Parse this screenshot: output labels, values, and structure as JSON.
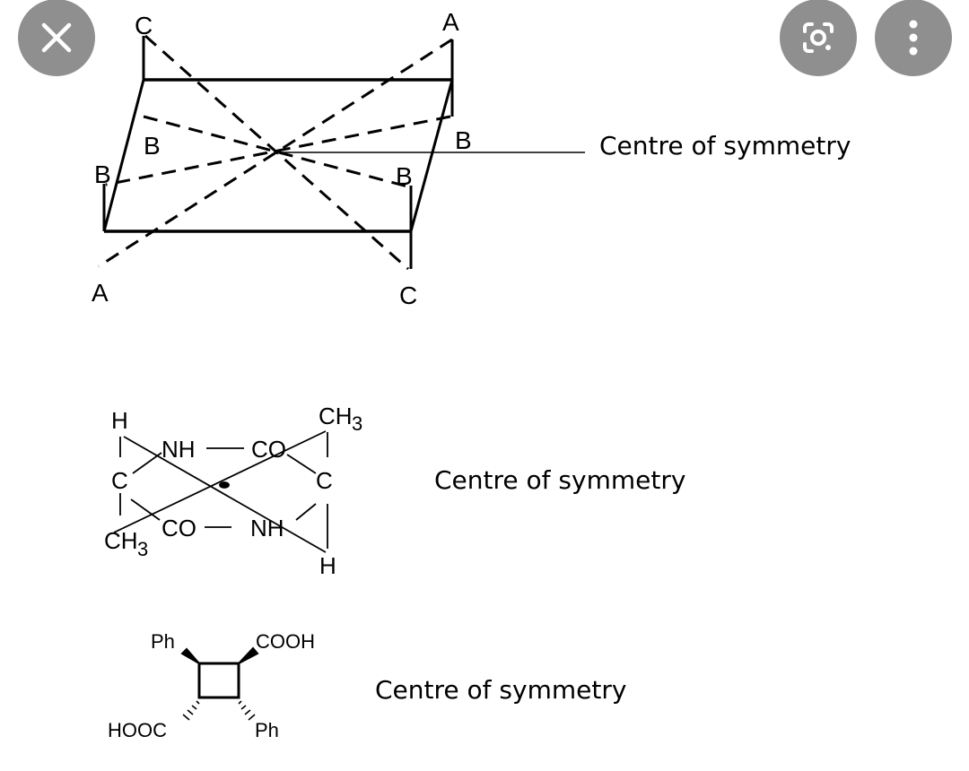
{
  "overlay": {
    "close_icon": "close-icon",
    "lens_icon": "lens-search-icon",
    "more_icon": "more-vert-icon",
    "button_color": "#8f8f8f"
  },
  "figure1": {
    "vertex_labels": {
      "top_left": "C",
      "top_right": "A",
      "inner_left": "B",
      "inner_right": "B",
      "outer_left": "B",
      "outer_right": "B",
      "bottom_left": "A",
      "bottom_right": "C"
    },
    "caption": "Centre of symmetry"
  },
  "figure2": {
    "labels": {
      "h_top": "H",
      "nh_top": "NH",
      "co_top": "CO",
      "ch3_top": "CH",
      "ch3_top_sub": "3",
      "c_left": "C",
      "c_right": "C",
      "ch3_bottom": "CH",
      "ch3_bottom_sub": "3",
      "co_bottom": "CO",
      "nh_bottom": "NH",
      "h_bottom": "H"
    },
    "caption": "Centre of symmetry"
  },
  "figure3": {
    "labels": {
      "ph_top": "Ph",
      "cooh_top": "COOH",
      "hooc_bottom": "HOOC",
      "ph_bottom": "Ph"
    },
    "caption": "Centre of symmetry"
  }
}
